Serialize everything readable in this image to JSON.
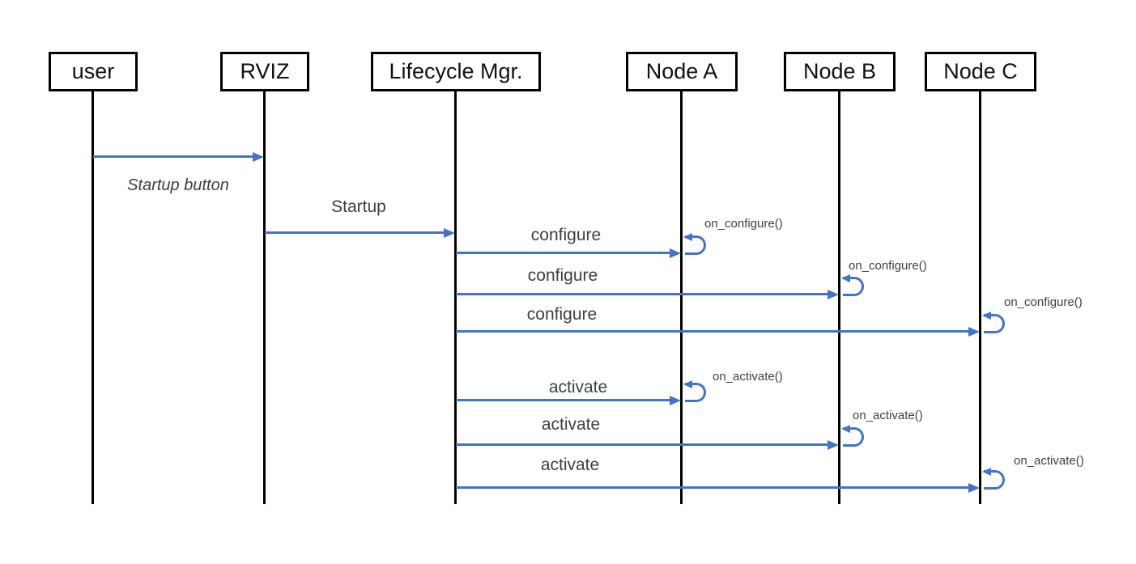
{
  "diagram": {
    "type": "sequence-diagram",
    "colors": {
      "arrow": "#4472C4",
      "lifeline": "#000000",
      "box_border": "#000000",
      "box_fill": "#FFFFFF",
      "label_text": "#3F3F3F",
      "actor_text": "#111111"
    },
    "actors": [
      {
        "id": "user",
        "label": "user"
      },
      {
        "id": "rviz",
        "label": "RVIZ"
      },
      {
        "id": "lifecycle-mgr",
        "label": "Lifecycle Mgr."
      },
      {
        "id": "node-a",
        "label": "Node A"
      },
      {
        "id": "node-b",
        "label": "Node B"
      },
      {
        "id": "node-c",
        "label": "Node C"
      }
    ],
    "messages": [
      {
        "from": "user",
        "to": "RVIZ",
        "label": "Startup button",
        "label_style": "italic",
        "label_placement": "below"
      },
      {
        "from": "RVIZ",
        "to": "Lifecycle Mgr.",
        "label": "Startup",
        "label_placement": "above"
      },
      {
        "from": "Lifecycle Mgr.",
        "to": "Node A",
        "label": "configure",
        "self_call": "on_configure()"
      },
      {
        "from": "Lifecycle Mgr.",
        "to": "Node B",
        "label": "configure",
        "self_call": "on_configure()"
      },
      {
        "from": "Lifecycle Mgr.",
        "to": "Node C",
        "label": "configure",
        "self_call": "on_configure()"
      },
      {
        "from": "Lifecycle Mgr.",
        "to": "Node A",
        "label": "activate",
        "self_call": "on_activate()"
      },
      {
        "from": "Lifecycle Mgr.",
        "to": "Node B",
        "label": "activate",
        "self_call": "on_activate()"
      },
      {
        "from": "Lifecycle Mgr.",
        "to": "Node C",
        "label": "activate",
        "self_call": "on_activate()"
      }
    ]
  }
}
